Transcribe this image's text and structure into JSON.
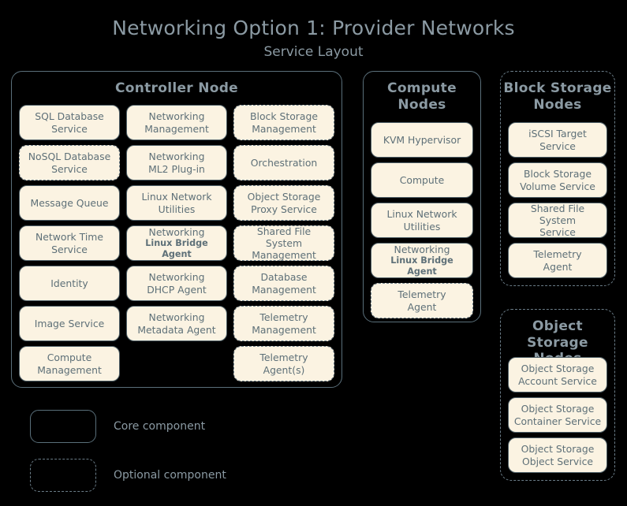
{
  "header": {
    "title": "Networking Option 1: Provider Networks",
    "subtitle": "Service Layout"
  },
  "colors": {
    "background": "#000000",
    "title_text": "#8b9aa3",
    "box_fill": "#fbf3e2",
    "box_text": "#5e7078",
    "box_border_core": "#4f6068",
    "box_border_optional": "#6b7d88",
    "panel_border": "#5a6f7a"
  },
  "panels": [
    {
      "id": "controller-node",
      "title": "Controller Node",
      "border": "solid",
      "columns": [
        [
          {
            "line1": "SQL Database",
            "line2": "Service",
            "type": "core"
          },
          {
            "line1": "NoSQL Database",
            "line2": "Service",
            "type": "optional"
          },
          {
            "line1": "Message Queue",
            "line2": "",
            "type": "core"
          },
          {
            "line1": "Network Time",
            "line2": "Service",
            "type": "core"
          },
          {
            "line1": "Identity",
            "line2": "",
            "type": "core"
          },
          {
            "line1": "Image Service",
            "line2": "",
            "type": "core"
          },
          {
            "line1": "Compute",
            "line2": "Management",
            "type": "core"
          }
        ],
        [
          {
            "line1": "Networking",
            "line2": "Management",
            "type": "core"
          },
          {
            "line1": "Networking",
            "line2": "ML2 Plug-in",
            "type": "core"
          },
          {
            "line1": "Linux Network",
            "line2": "Utilities",
            "type": "core"
          },
          {
            "line1": "Networking",
            "line2": "Linux Bridge Agent",
            "type": "core",
            "small_second": true
          },
          {
            "line1": "Networking",
            "line2": "DHCP Agent",
            "type": "core"
          },
          {
            "line1": "Networking",
            "line2": "Metadata Agent",
            "type": "core"
          }
        ],
        [
          {
            "line1": "Block Storage",
            "line2": "Management",
            "type": "optional"
          },
          {
            "line1": "Orchestration",
            "line2": "",
            "type": "optional"
          },
          {
            "line1": "Object Storage",
            "line2": "Proxy Service",
            "type": "optional"
          },
          {
            "line1": "Shared File System",
            "line2": "Management",
            "type": "optional"
          },
          {
            "line1": "Database",
            "line2": "Management",
            "type": "optional"
          },
          {
            "line1": "Telemetry",
            "line2": "Management",
            "type": "optional"
          },
          {
            "line1": "Telemetry",
            "line2": "Agent(s)",
            "type": "optional"
          }
        ]
      ]
    },
    {
      "id": "compute-nodes",
      "title": "Compute\nNodes",
      "title_line1": "Compute",
      "title_line2": "Nodes",
      "border": "solid",
      "items": [
        {
          "line1": "KVM Hypervisor",
          "line2": "",
          "type": "core"
        },
        {
          "line1": "Compute",
          "line2": "",
          "type": "core"
        },
        {
          "line1": "Linux Network",
          "line2": "Utilities",
          "type": "core"
        },
        {
          "line1": "Networking",
          "line2": "Linux Bridge Agent",
          "type": "core",
          "small_second": true
        },
        {
          "line1": "Telemetry",
          "line2": "Agent",
          "type": "optional"
        }
      ]
    },
    {
      "id": "block-storage-nodes",
      "title_line1": "Block Storage",
      "title_line2": "Nodes",
      "border": "dashed",
      "items": [
        {
          "line1": "iSCSI Target",
          "line2": "Service",
          "type": "core"
        },
        {
          "line1": "Block Storage",
          "line2": "Volume Service",
          "type": "core"
        },
        {
          "line1": "Shared File System",
          "line2": "Service",
          "type": "core"
        },
        {
          "line1": "Telemetry",
          "line2": "Agent",
          "type": "core"
        }
      ]
    },
    {
      "id": "object-storage-nodes",
      "title_line1": "Object",
      "title_line2": "Storage Nodes",
      "border": "dashed",
      "items": [
        {
          "line1": "Object Storage",
          "line2": "Account Service",
          "type": "core"
        },
        {
          "line1": "Object Storage",
          "line2": "Container Service",
          "type": "core"
        },
        {
          "line1": "Object Storage",
          "line2": "Object Service",
          "type": "core"
        }
      ]
    }
  ],
  "legend": [
    {
      "type": "core",
      "label": "Core component"
    },
    {
      "type": "optional",
      "label": "Optional component"
    }
  ]
}
